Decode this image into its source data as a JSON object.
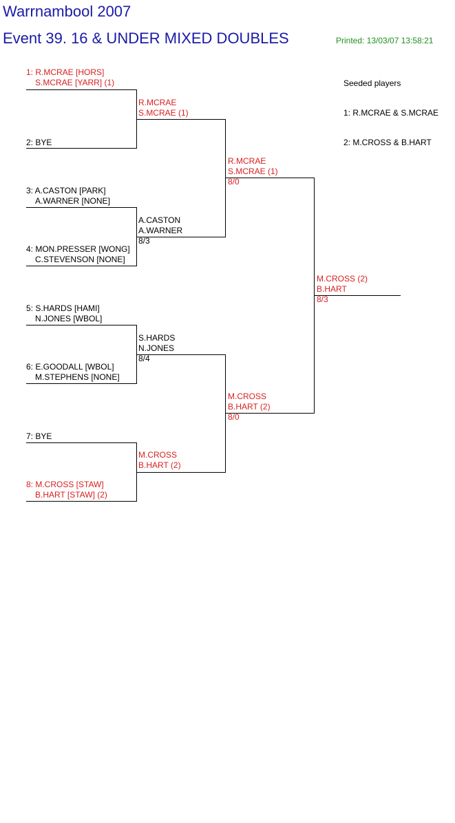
{
  "header": {
    "title": "Warrnambool 2007",
    "event": "Event 39. 16 & UNDER MIXED DOUBLES",
    "printed": "Printed: 13/03/07 13:58:21"
  },
  "seeded": {
    "heading": "Seeded players",
    "items": [
      "1: R.MCRAE & S.MCRAE",
      "2: M.CROSS & B.HART"
    ]
  },
  "round1": [
    {
      "line1": "1: R.MCRAE [HORS]",
      "line2": "S.MCRAE [YARR] (1)",
      "color": "#d81e1e"
    },
    {
      "line1": "2: BYE",
      "line2": "",
      "color": "#000000"
    },
    {
      "line1": "3: A.CASTON [PARK]",
      "line2": "A.WARNER [NONE]",
      "color": "#000000"
    },
    {
      "line1": "4: MON.PRESSER [WONG]",
      "line2": "C.STEVENSON [NONE]",
      "color": "#000000"
    },
    {
      "line1": "5: S.HARDS [HAMI]",
      "line2": "N.JONES [WBOL]",
      "color": "#000000"
    },
    {
      "line1": "6: E.GOODALL [WBOL]",
      "line2": "M.STEPHENS [NONE]",
      "color": "#000000"
    },
    {
      "line1": "7: BYE",
      "line2": "",
      "color": "#000000"
    },
    {
      "line1": "8: M.CROSS [STAW]",
      "line2": "B.HART [STAW] (2)",
      "color": "#d81e1e"
    }
  ],
  "round2": [
    {
      "line1": "R.MCRAE",
      "line2": "S.MCRAE (1)",
      "score": "",
      "color": "#d81e1e"
    },
    {
      "line1": "A.CASTON",
      "line2": "A.WARNER",
      "score": "8/3",
      "color": "#000000"
    },
    {
      "line1": "S.HARDS",
      "line2": "N.JONES",
      "score": "8/4",
      "color": "#000000"
    },
    {
      "line1": "M.CROSS",
      "line2": "B.HART (2)",
      "score": "",
      "color": "#d81e1e"
    }
  ],
  "round3": [
    {
      "line1": "R.MCRAE",
      "line2": "S.MCRAE (1)",
      "score": "8/0",
      "color": "#d81e1e"
    },
    {
      "line1": "M.CROSS",
      "line2": "B.HART (2)",
      "score": "8/0",
      "color": "#d81e1e"
    }
  ],
  "final": {
    "line1": "M.CROSS (2)",
    "line2": "B.HART",
    "score": "8/3",
    "color": "#d81e1e"
  }
}
